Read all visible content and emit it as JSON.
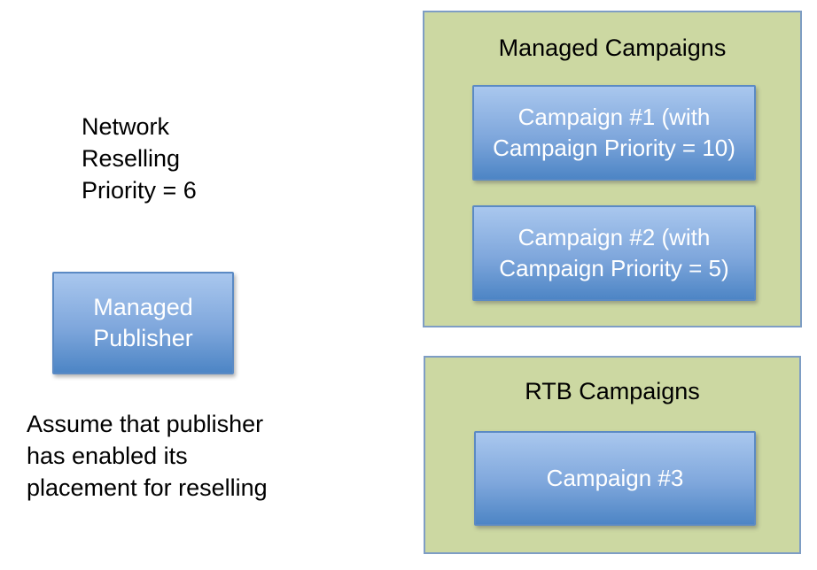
{
  "annotations": {
    "network_note": "Network\nReselling\nPriority = 6",
    "assumption_note": "Assume that publisher\nhas enabled its\nplacement for reselling"
  },
  "publisher": {
    "label": "Managed\nPublisher"
  },
  "groups": [
    {
      "title": "Managed Campaigns",
      "campaigns": [
        "Campaign #1 (with\nCampaign Priority = 10)",
        "Campaign #2 (with\nCampaign Priority = 5)"
      ]
    },
    {
      "title": "RTB Campaigns",
      "campaigns": [
        "Campaign #3"
      ]
    }
  ],
  "colors": {
    "page_bg": "#ffffff",
    "text": "#000000",
    "box_text": "#ffffff",
    "group_fill": "#ccd8a2",
    "group_border": "#7e9dc4",
    "box_border": "#5b8ac4",
    "box_gradient_top": "#a9c7ee",
    "box_gradient_bottom": "#4d85c5"
  }
}
